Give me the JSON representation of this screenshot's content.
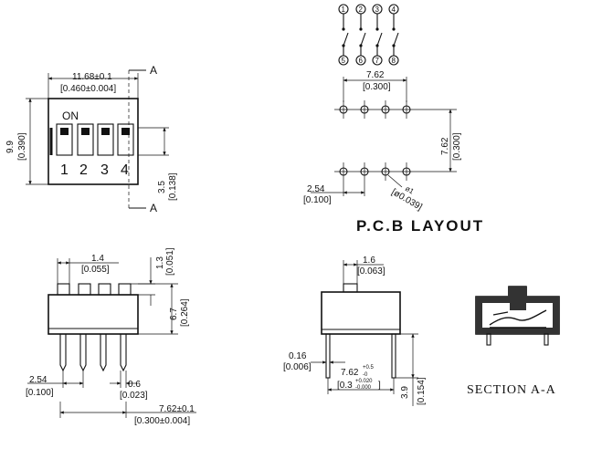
{
  "top_view": {
    "section_mark": "A",
    "width_mm": "11.68±0.1",
    "width_in": "[0.460±0.004]",
    "height_mm": "9.9",
    "height_in": "[0.390]",
    "on_label": "ON",
    "switch_numbers": [
      "1",
      "2",
      "3",
      "4"
    ],
    "offset_mm": "3.5",
    "offset_in": "[0.138]"
  },
  "schematic": {
    "top_pins": [
      "1",
      "2",
      "3",
      "4"
    ],
    "bottom_pins": [
      "5",
      "6",
      "7",
      "8"
    ]
  },
  "pcb_layout": {
    "title": "P.C.B  LAYOUT",
    "row_spacing_mm": "7.62",
    "row_spacing_in": "[0.300]",
    "col_span_mm": "7.62",
    "col_span_in": "[0.300]",
    "pitch_mm": "2.54",
    "pitch_in": "[0.100]",
    "hole_mm": "ø1",
    "hole_in": "[ø0.039]"
  },
  "front_view": {
    "tab_mm": "1.4",
    "tab_in": "[0.055]",
    "tab_height_mm": "1.3",
    "tab_height_in": "[0.051]",
    "body_height_mm": "6.7",
    "body_height_in": "[0.264]",
    "pitch_mm": "2.54",
    "pitch_in": "[0.100]",
    "pin_width_mm": "0.6",
    "pin_width_in": "[0.023]",
    "row_spacing_mm": "7.62±0.1",
    "row_spacing_in": "[0.300±0.004]"
  },
  "side_view": {
    "actuator_mm": "1.6",
    "actuator_in": "[0.063]",
    "pin_thickness_mm": "0.16",
    "pin_thickness_in": "[0.006]",
    "row_spacing_mm": "7.62",
    "row_spacing_tol_mm": "+0.5",
    "row_spacing_tol_mm_lower": "-0",
    "row_spacing_in": "[0.3",
    "row_spacing_tol_in": "+0.020",
    "row_spacing_tol_in_lower": "-0.000",
    "row_spacing_in_close": "]",
    "pin_length_mm": "3.9",
    "pin_length_in": "[0.154]"
  },
  "section": {
    "label": "SECTION  A-A"
  }
}
